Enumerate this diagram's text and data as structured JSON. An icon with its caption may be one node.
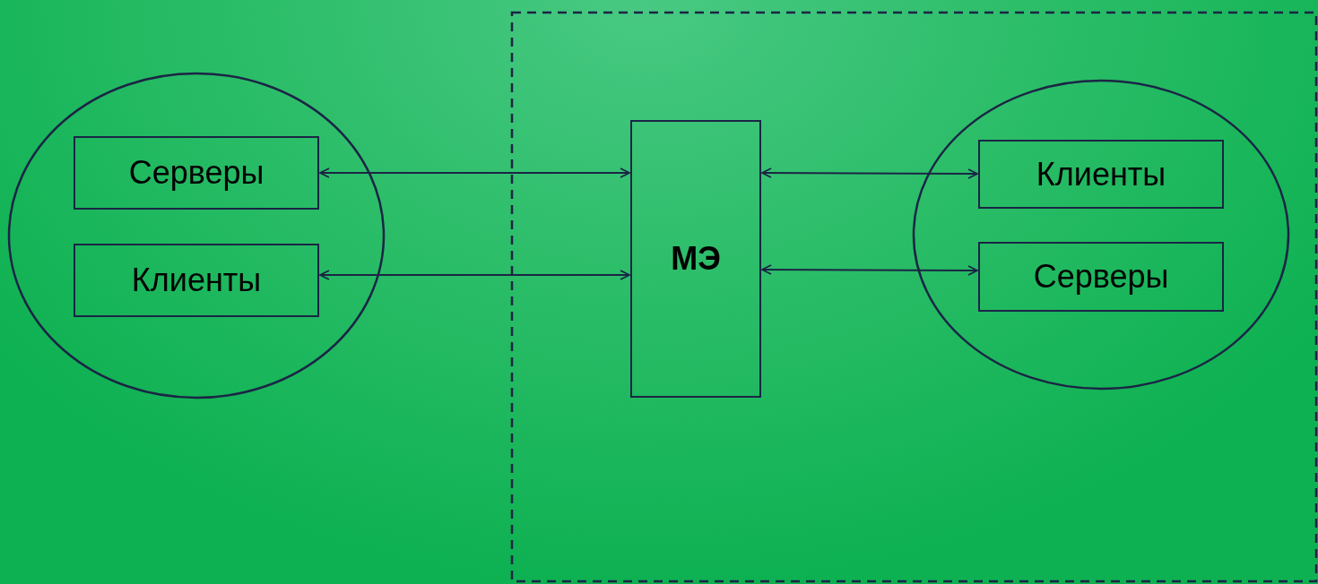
{
  "diagram": {
    "nodes": [
      {
        "text": [],
        "shape": "ellipse"
      },
      {
        "text": [
          "Серверы"
        ],
        "in": 0
      },
      {
        "text": [
          "Клиенты"
        ],
        "in": 0
      },
      {
        "text": [],
        "shape": "box"
      },
      {
        "text": [
          "МЭ"
        ],
        "in": 3
      },
      {
        "text": [],
        "shape": "ellipse",
        "in": 3
      },
      {
        "text": [
          "Клиенты"
        ],
        "in": 5
      },
      {
        "text": [
          "Серверы"
        ],
        "in": 5
      }
    ],
    "edges": [
      {
        "from": 1,
        "to": 4,
        "arrow": "both"
      },
      {
        "from": 2,
        "to": 4,
        "arrow": "both"
      },
      {
        "from": 4,
        "to": 6,
        "arrow": "both"
      },
      {
        "from": 4,
        "to": 7,
        "arrow": "both"
      }
    ]
  }
}
